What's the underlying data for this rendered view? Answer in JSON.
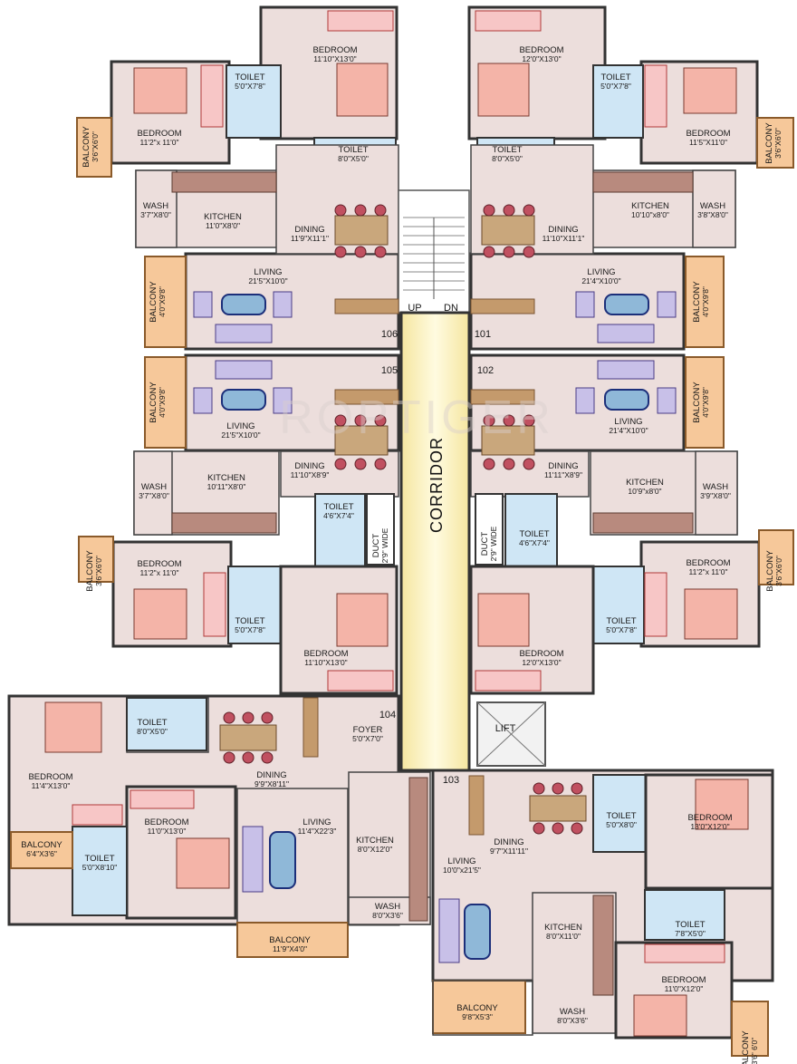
{
  "watermark": "ROPTIGER",
  "corridor": {
    "label": "CORRIDOR",
    "up": "UP",
    "dn": "DN",
    "lift": "LIFT"
  },
  "flats": {
    "f106": "106",
    "f105": "105",
    "f101": "101",
    "f102": "102",
    "f104": "104",
    "f103": "103"
  },
  "rooms": [
    {
      "id": "r1",
      "name": "BEDROOM",
      "dim": "11'10\"X13'0\""
    },
    {
      "id": "r2",
      "name": "TOILET",
      "dim": "5'0\"X7'8\""
    },
    {
      "id": "r3",
      "name": "BEDROOM",
      "dim": "11'2\"x 11'0\""
    },
    {
      "id": "r4",
      "name": "BALCONY",
      "dim": "3'6\"X6'0\""
    },
    {
      "id": "r5",
      "name": "TOILET",
      "dim": "8'0\"X5'0\""
    },
    {
      "id": "r6",
      "name": "WASH",
      "dim": "3'7\"X8'0\""
    },
    {
      "id": "r7",
      "name": "KITCHEN",
      "dim": "11'0\"X8'0\""
    },
    {
      "id": "r8",
      "name": "DINING",
      "dim": "11'9\"X11'1\""
    },
    {
      "id": "r9",
      "name": "LIVING",
      "dim": "21'5\"X10'0\""
    },
    {
      "id": "r10",
      "name": "BALCONY",
      "dim": "4'0\"X9'8\""
    },
    {
      "id": "r11",
      "name": "BEDROOM",
      "dim": "12'0\"X13'0\""
    },
    {
      "id": "r12",
      "name": "TOILET",
      "dim": "5'0\"X7'8\""
    },
    {
      "id": "r13",
      "name": "BEDROOM",
      "dim": "11'5\"X11'0\""
    },
    {
      "id": "r14",
      "name": "BALCONY",
      "dim": "3'6\"X6'0\""
    },
    {
      "id": "r15",
      "name": "TOILET",
      "dim": "8'0\"X5'0\""
    },
    {
      "id": "r16",
      "name": "KITCHEN",
      "dim": "10'10\"x8'0\""
    },
    {
      "id": "r17",
      "name": "WASH",
      "dim": "3'8\"X8'0\""
    },
    {
      "id": "r18",
      "name": "DINING",
      "dim": "11'10\"X11'1\""
    },
    {
      "id": "r19",
      "name": "LIVING",
      "dim": "21'4\"X10'0\""
    },
    {
      "id": "r20",
      "name": "BALCONY",
      "dim": "4'0\"X9'8\""
    },
    {
      "id": "r21",
      "name": "BALCONY",
      "dim": "4'0\"X9'8\""
    },
    {
      "id": "r22",
      "name": "LIVING",
      "dim": "21'5\"X10'0\""
    },
    {
      "id": "r23",
      "name": "DINING",
      "dim": "11'10\"X8'9\""
    },
    {
      "id": "r24",
      "name": "WASH",
      "dim": "3'7\"X8'0\""
    },
    {
      "id": "r25",
      "name": "KITCHEN",
      "dim": "10'11\"X8'0\""
    },
    {
      "id": "r26",
      "name": "TOILET",
      "dim": "4'6\"X7'4\""
    },
    {
      "id": "r27",
      "name": "DUCT",
      "dim": "2'9\" WIDE"
    },
    {
      "id": "r28",
      "name": "BALCONY",
      "dim": "3'6\"X6'0\""
    },
    {
      "id": "r29",
      "name": "BEDROOM",
      "dim": "11'2\"x 11'0\""
    },
    {
      "id": "r30",
      "name": "TOILET",
      "dim": "5'0\"X7'8\""
    },
    {
      "id": "r31",
      "name": "BEDROOM",
      "dim": "11'10\"X13'0\""
    },
    {
      "id": "r32",
      "name": "BALCONY",
      "dim": "4'0\"X9'8\""
    },
    {
      "id": "r33",
      "name": "LIVING",
      "dim": "21'4\"X10'0\""
    },
    {
      "id": "r34",
      "name": "DINING",
      "dim": "11'11\"X8'9\""
    },
    {
      "id": "r35",
      "name": "KITCHEN",
      "dim": "10'9\"x8'0\""
    },
    {
      "id": "r36",
      "name": "WASH",
      "dim": "3'9\"X8'0\""
    },
    {
      "id": "r37",
      "name": "DUCT",
      "dim": "2'9\" WIDE"
    },
    {
      "id": "r38",
      "name": "TOILET",
      "dim": "4'6\"X7'4\""
    },
    {
      "id": "r39",
      "name": "BALCONY",
      "dim": "3'6\"X6'0\""
    },
    {
      "id": "r40",
      "name": "BEDROOM",
      "dim": "11'2\"x 11'0\""
    },
    {
      "id": "r41",
      "name": "TOILET",
      "dim": "5'0\"X7'8\""
    },
    {
      "id": "r42",
      "name": "BEDROOM",
      "dim": "12'0\"X13'0\""
    },
    {
      "id": "r43",
      "name": "TOILET",
      "dim": "8'0\"X5'0\""
    },
    {
      "id": "r44",
      "name": "BEDROOM",
      "dim": "11'4\"X13'0\""
    },
    {
      "id": "r45",
      "name": "FOYER",
      "dim": "5'0\"X7'0\""
    },
    {
      "id": "r46",
      "name": "DINING",
      "dim": "9'9\"X8'11\""
    },
    {
      "id": "r47",
      "name": "BEDROOM",
      "dim": "11'0\"X13'0\""
    },
    {
      "id": "r48",
      "name": "LIVING",
      "dim": "11'4\"X22'3\""
    },
    {
      "id": "r49",
      "name": "KITCHEN",
      "dim": "8'0\"X12'0\""
    },
    {
      "id": "r50",
      "name": "BALCONY",
      "dim": "6'4\"X3'6\""
    },
    {
      "id": "r51",
      "name": "TOILET",
      "dim": "5'0\"X8'10\""
    },
    {
      "id": "r52",
      "name": "WASH",
      "dim": "8'0\"X3'6\""
    },
    {
      "id": "r53",
      "name": "BALCONY",
      "dim": "11'9\"X4'0\""
    },
    {
      "id": "r54",
      "name": "DINING",
      "dim": "9'7\"X11'11\""
    },
    {
      "id": "r55",
      "name": "TOILET",
      "dim": "5'0\"X8'0\""
    },
    {
      "id": "r56",
      "name": "BEDROOM",
      "dim": "13'0\"X12'0\""
    },
    {
      "id": "r57",
      "name": "LIVING",
      "dim": "10'0\"x21'5\""
    },
    {
      "id": "r58",
      "name": "TOILET",
      "dim": "7'8\"X5'0\""
    },
    {
      "id": "r59",
      "name": "KITCHEN",
      "dim": "8'0\"X11'0\""
    },
    {
      "id": "r60",
      "name": "BEDROOM",
      "dim": "11'0\"X12'0\""
    },
    {
      "id": "r61",
      "name": "BALCONY",
      "dim": "9'8\"X5'3\""
    },
    {
      "id": "r62",
      "name": "WASH",
      "dim": "8'0\"X3'6\""
    },
    {
      "id": "r63",
      "name": "BALCONY",
      "dim": "3'6\" 6'0\""
    }
  ]
}
